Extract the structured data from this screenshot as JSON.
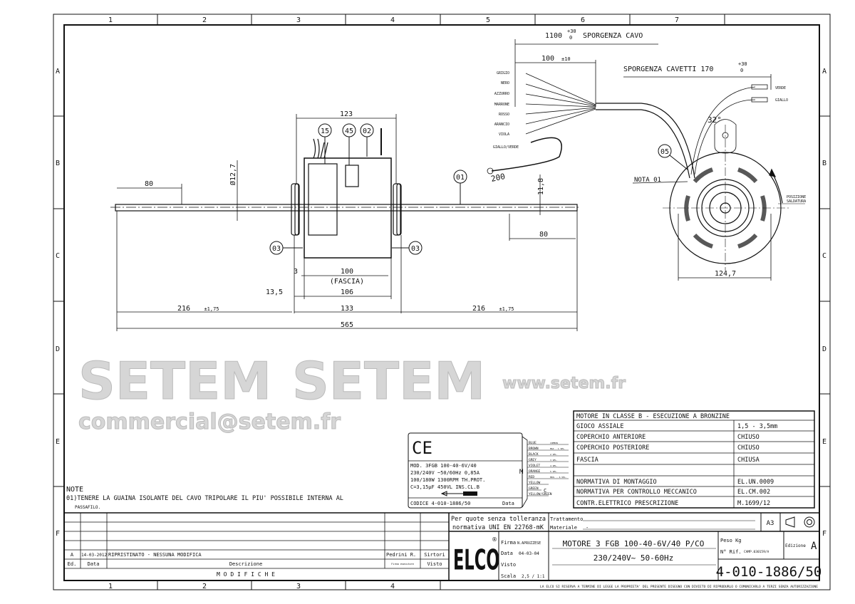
{
  "frame": {
    "columns": [
      "1",
      "2",
      "3",
      "4",
      "5",
      "6",
      "7"
    ],
    "bottom_columns": [
      "1",
      "2",
      "3",
      "4"
    ],
    "rows": [
      "A",
      "B",
      "C",
      "D",
      "E",
      "F"
    ]
  },
  "cable": {
    "sporgenza_cavo": "1100",
    "sporgenza_cavo_tol_upper": "+30",
    "sporgenza_cavo_tol_lower": "0",
    "sporgenza_cavo_label": "SPORGENZA CAVO",
    "strip_length": "100",
    "strip_tol": "±10",
    "cavetti_label": "SPORGENZA CAVETTI 170",
    "cavetti_tol_upper": "+30",
    "cavetti_tol_lower": "0",
    "wires": [
      "GRIGIO",
      "NERO",
      "AZZURRO",
      "MARRONE",
      "ROSSO",
      "ARANCIO",
      "VIOLA",
      "GIALLO/VERDE"
    ],
    "cap_wires": [
      "VERDE",
      "GIALLO"
    ],
    "ground_length": "200",
    "angle": "32°"
  },
  "dimensions": {
    "body_width": "123",
    "shaft_diameter": "Ø12,7",
    "shaft_flat_left": "80",
    "shaft_flat_right": "80",
    "flat_height": "11,8",
    "d3": "3",
    "fascia": "100",
    "fascia_label": "(FASCIA)",
    "d13_5": "13,5",
    "d106": "106",
    "d133": "133",
    "shaft_left": "216",
    "shaft_left_tol": "±1,75",
    "shaft_right": "216",
    "shaft_right_tol": "±1,75",
    "total": "565",
    "end_diameter": "124,7"
  },
  "balloons": [
    "15",
    "45",
    "02",
    "01",
    "03",
    "03",
    "05"
  ],
  "nota": "NOTA 01",
  "posizione_saldatura": [
    "POSIZIONE",
    "SALDATURA"
  ],
  "watermark": {
    "big": "SETEM",
    "big2": "SETEM",
    "url": "www.setem.fr",
    "email": "commercial@setem.fr"
  },
  "label_plate": {
    "ce": "CE",
    "lines": [
      "MOD. 3FGB 100-40-6V/40",
      "230/240V ~50/60Hz  0,85A",
      "100/180W  1300RPM    TH.PROT.",
      "C=3,15µF  450VL        INS.CL.B"
    ],
    "codice": "CODICE 4-010-1886/50",
    "data": "Data",
    "m": "M",
    "c": "C",
    "wires": [
      {
        "color": "BLUE",
        "func": "COMMON"
      },
      {
        "color": "BROWN",
        "func": "MAX - 1 VEL."
      },
      {
        "color": "BLACK",
        "func": "2 VEL."
      },
      {
        "color": "GREY",
        "func": "3 VEL."
      },
      {
        "color": "VIOLET",
        "func": "4 VEL."
      },
      {
        "color": "ORANGE",
        "func": "5 VEL."
      },
      {
        "color": "RED",
        "func": "MIN. - 6 VEL."
      },
      {
        "color": "YELLOW",
        "func": ""
      },
      {
        "color": "GREEN",
        "func": ""
      },
      {
        "color": "YELLOW/GREEN",
        "func": ""
      }
    ]
  },
  "specs": {
    "header": "MOTORE IN CLASSE B - ESECUZIONE A BRONZINE",
    "rows": [
      [
        "GIOCO ASSIALE",
        "1,5 - 3,5mm"
      ],
      [
        "COPERCHIO ANTERIORE",
        "CHIUSO"
      ],
      [
        "COPERCHIO POSTERIORE",
        "CHIUSO"
      ],
      [
        "FASCIA",
        "CHIUSA"
      ],
      [
        "",
        ""
      ],
      [
        "NORMATIVA DI MONTAGGIO",
        "EL.UN.0009"
      ],
      [
        "NORMATIVA PER CONTROLLO MECCANICO",
        "EL.CM.002"
      ],
      [
        "CONTR.ELETTRICO PRESCRIZIONE",
        "M.1699/12"
      ]
    ]
  },
  "notes": {
    "title": "NOTE",
    "line1": "01)TENERE LA GUAINA ISOLANTE DEL CAVO TRIPOLARE IL PIU' POSSIBILE INTERNA AL",
    "line2": "PASSAFILO."
  },
  "modifications": {
    "row": {
      "ed": "A",
      "data": "14-03-2012",
      "descrizione": "RIPRISTINATO - NESSUNA MODIFICA",
      "firma": "Pedrini R.",
      "visto": "Sirtori"
    },
    "headers": {
      "ed": "Ed.",
      "data": "Data",
      "descrizione": "Descrizione",
      "firma": "Firma esecutore",
      "visto": "Visto"
    },
    "title": "M O D I F I C H E"
  },
  "title_block": {
    "tolerance_line1": "Per quote senza tolleranza",
    "tolerance_line2": "normativa UNI EN 22768-mK",
    "trattamento": "Trattamento",
    "materiale": "Materiale",
    "materiale_value": "-",
    "format": "A3",
    "logo": "ELCO",
    "firma_label": "Firma",
    "firma_value": "N.APRUZZESE",
    "data_label": "Data",
    "data_value": "04-03-04",
    "visto_label": "Visto",
    "scala_label": "Scala",
    "scala_value": "2,5 / 1:1",
    "title_line1": "MOTORE 3 FGB 100-40-6V/40 P/CO",
    "title_line2": "230/240V~ 50-60Hz",
    "peso_label": "Peso Kg",
    "rif_label": "N° Rif.",
    "rif_value": "CAMP.030159/A",
    "edizione_label": "Edizione",
    "edizione_value": "A",
    "code": "4-010-1886/50",
    "disclaimer": "LA ELCO SI RISERVA A TERMINE DI LEGGE LA PROPRIETA' DEL PRESENTE DISEGNO CON DIVIETO DI RIPRODURLO O COMUNICARLO A TERZI SENZA AUTORIZZAZIONE"
  }
}
